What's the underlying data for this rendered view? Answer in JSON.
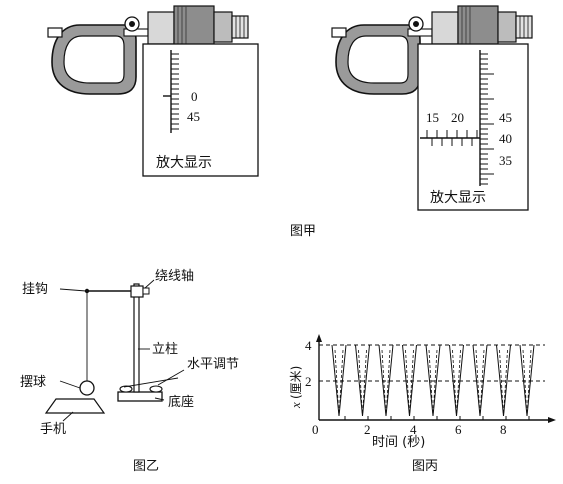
{
  "fig_jia": {
    "caption": "图甲",
    "left_display": {
      "label": "放大显示",
      "scale_upper": "0",
      "scale_lower": "45"
    },
    "right_display": {
      "label": "放大显示",
      "sleeve_labels": [
        "15",
        "20"
      ],
      "thimble_labels": [
        "45",
        "40",
        "35"
      ]
    }
  },
  "fig_yi": {
    "caption": "图乙",
    "labels": {
      "hook": "挂钩",
      "axle": "绕线轴",
      "post": "立柱",
      "level": "水平调节",
      "ball": "摆球",
      "base": "底座",
      "phone": "手机"
    }
  },
  "fig_bing": {
    "caption": "图丙",
    "y_label": "x (厘米)",
    "y_symbol": "x",
    "y_unit": "(厘米)",
    "x_label": "时间 (秒)",
    "y_ticks": [
      "2",
      "4"
    ],
    "x_ticks": [
      "0",
      "2",
      "4",
      "6",
      "8"
    ]
  }
}
